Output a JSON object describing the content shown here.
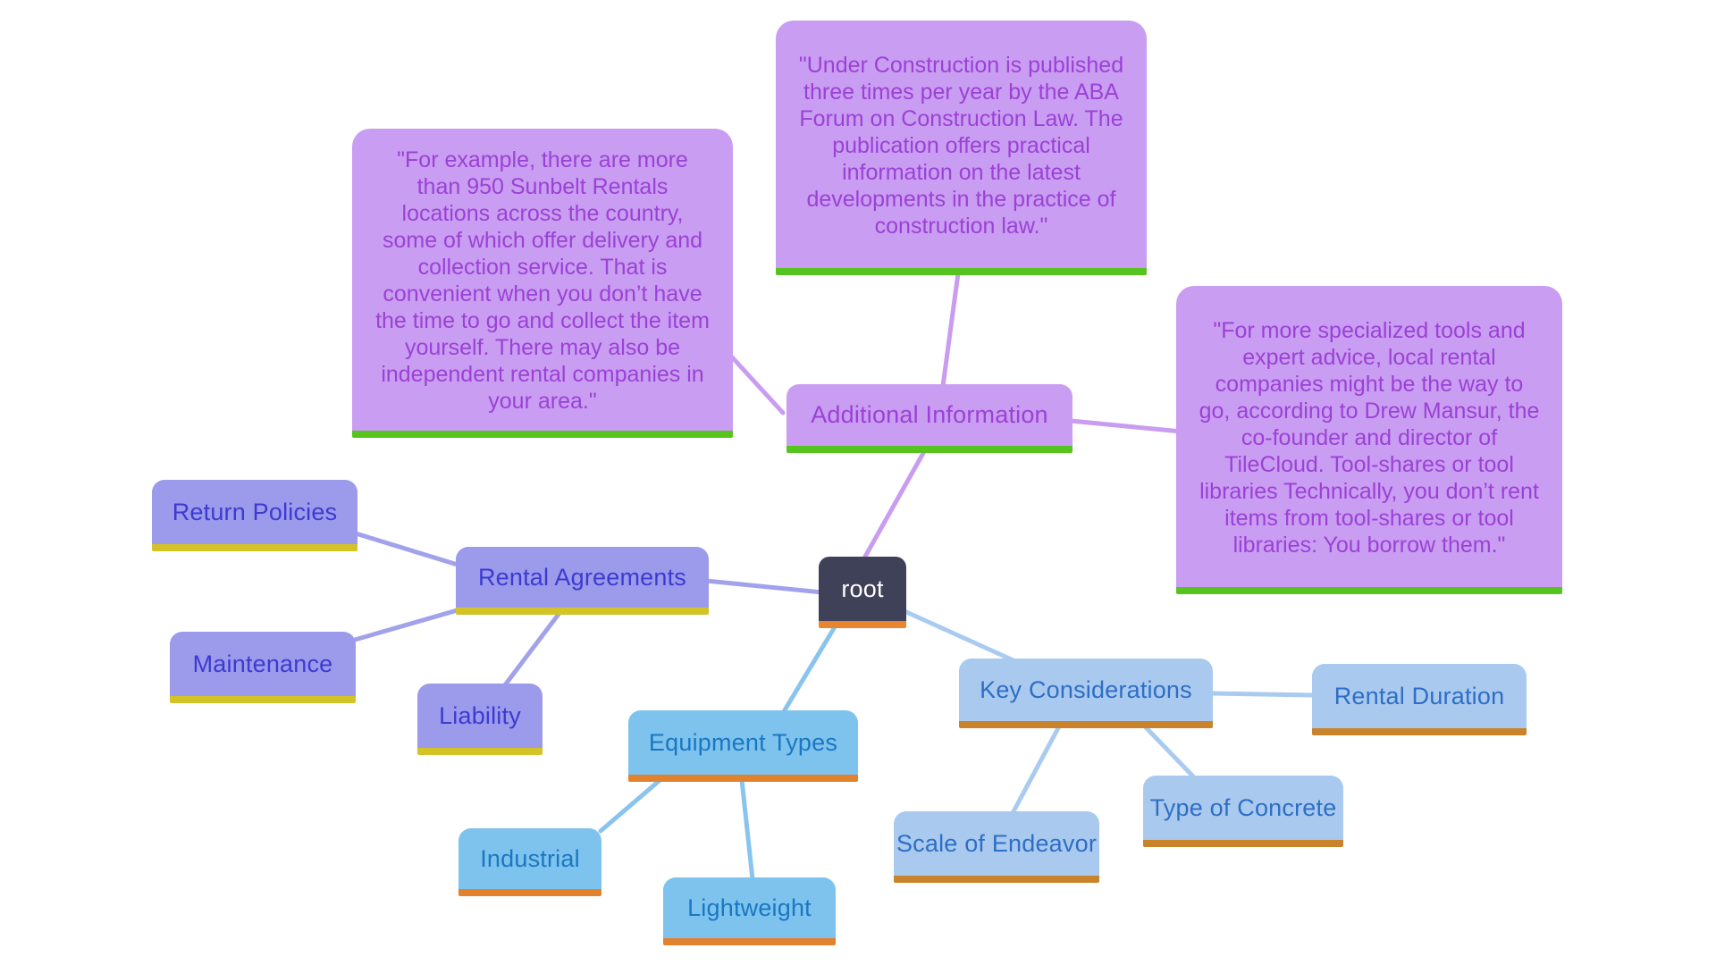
{
  "mindmap": {
    "root": {
      "label": "root",
      "bg": "#3f4159",
      "text_color": "#ffffff",
      "underline_color": "#e8862f"
    },
    "branches": [
      {
        "id": "additional-information",
        "label": "Additional Information",
        "bg": "#c99df1",
        "text_color": "#9b41d6",
        "underline_color": "#55c41e",
        "edge_color": "#c99cf0",
        "notes": [
          {
            "id": "under-construction",
            "text": "\"Under Construction is published three times per year by the ABA Forum on Construction Law. The publication offers practical information on the latest developments in the practice of construction law.\""
          },
          {
            "id": "sunbelt-rentals",
            "text": "\"For example, there are more than 950 Sunbelt Rentals locations across the country, some of which offer delivery and collection service. That is convenient when you don’t have the time to go and collect the item yourself. There may also be independent rental companies in your area.\""
          },
          {
            "id": "specialized-tools",
            "text": "\"For more specialized tools and expert advice, local rental companies might be the way to go, according to Drew Mansur, the co-founder and director of TileCloud. Tool-shares or tool libraries Technically, you don’t rent items from tool-shares or tool libraries: You borrow them.\""
          }
        ]
      },
      {
        "id": "rental-agreements",
        "label": "Rental Agreements",
        "bg": "#9b9aeb",
        "text_color": "#3c3bd1",
        "underline_color": "#d4c327",
        "edge_color": "#a2a2ec",
        "children": [
          {
            "label": "Return Policies"
          },
          {
            "label": "Maintenance"
          },
          {
            "label": "Liability"
          }
        ]
      },
      {
        "id": "equipment-types",
        "label": "Equipment Types",
        "bg": "#7dc3ed",
        "text_color": "#1b77c2",
        "underline_color": "#e2812e",
        "edge_color": "#88c4ee",
        "children": [
          {
            "label": "Industrial"
          },
          {
            "label": "Lightweight"
          }
        ]
      },
      {
        "id": "key-considerations",
        "label": "Key Considerations",
        "bg": "#a9caee",
        "text_color": "#2e6ec6",
        "underline_color": "#c9832b",
        "edge_color": "#a9cbef",
        "children": [
          {
            "label": "Rental Duration"
          },
          {
            "label": "Scale of Endeavor"
          },
          {
            "label": "Type of Concrete"
          }
        ]
      }
    ]
  }
}
